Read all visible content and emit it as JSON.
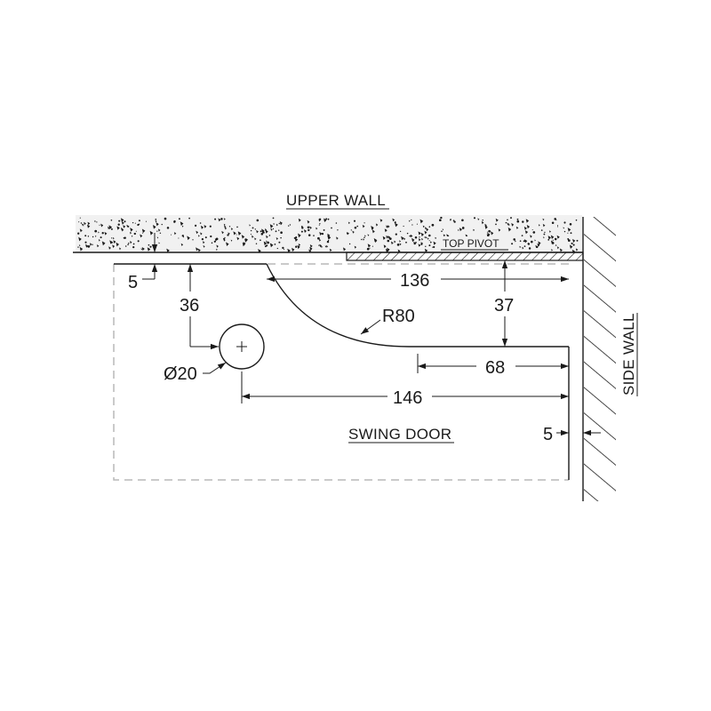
{
  "labels": {
    "upper_wall": "UPPER WALL",
    "top_pivot": "TOP PIVOT",
    "side_wall": "SIDE WALL",
    "swing_door": "SWING DOOR"
  },
  "dimensions": {
    "gap_top": "5",
    "pivot_to_top": "36",
    "cutout_depth": "37",
    "cutout_length": "136",
    "radius": "R80",
    "hole_diameter": "Ø20",
    "flat_length": "68",
    "pivot_to_edge": "146",
    "gap_side": "5"
  },
  "colors": {
    "line": "#1a1a1a",
    "concrete_fill": "#ededed",
    "door_outline": "#b8b8b8"
  }
}
